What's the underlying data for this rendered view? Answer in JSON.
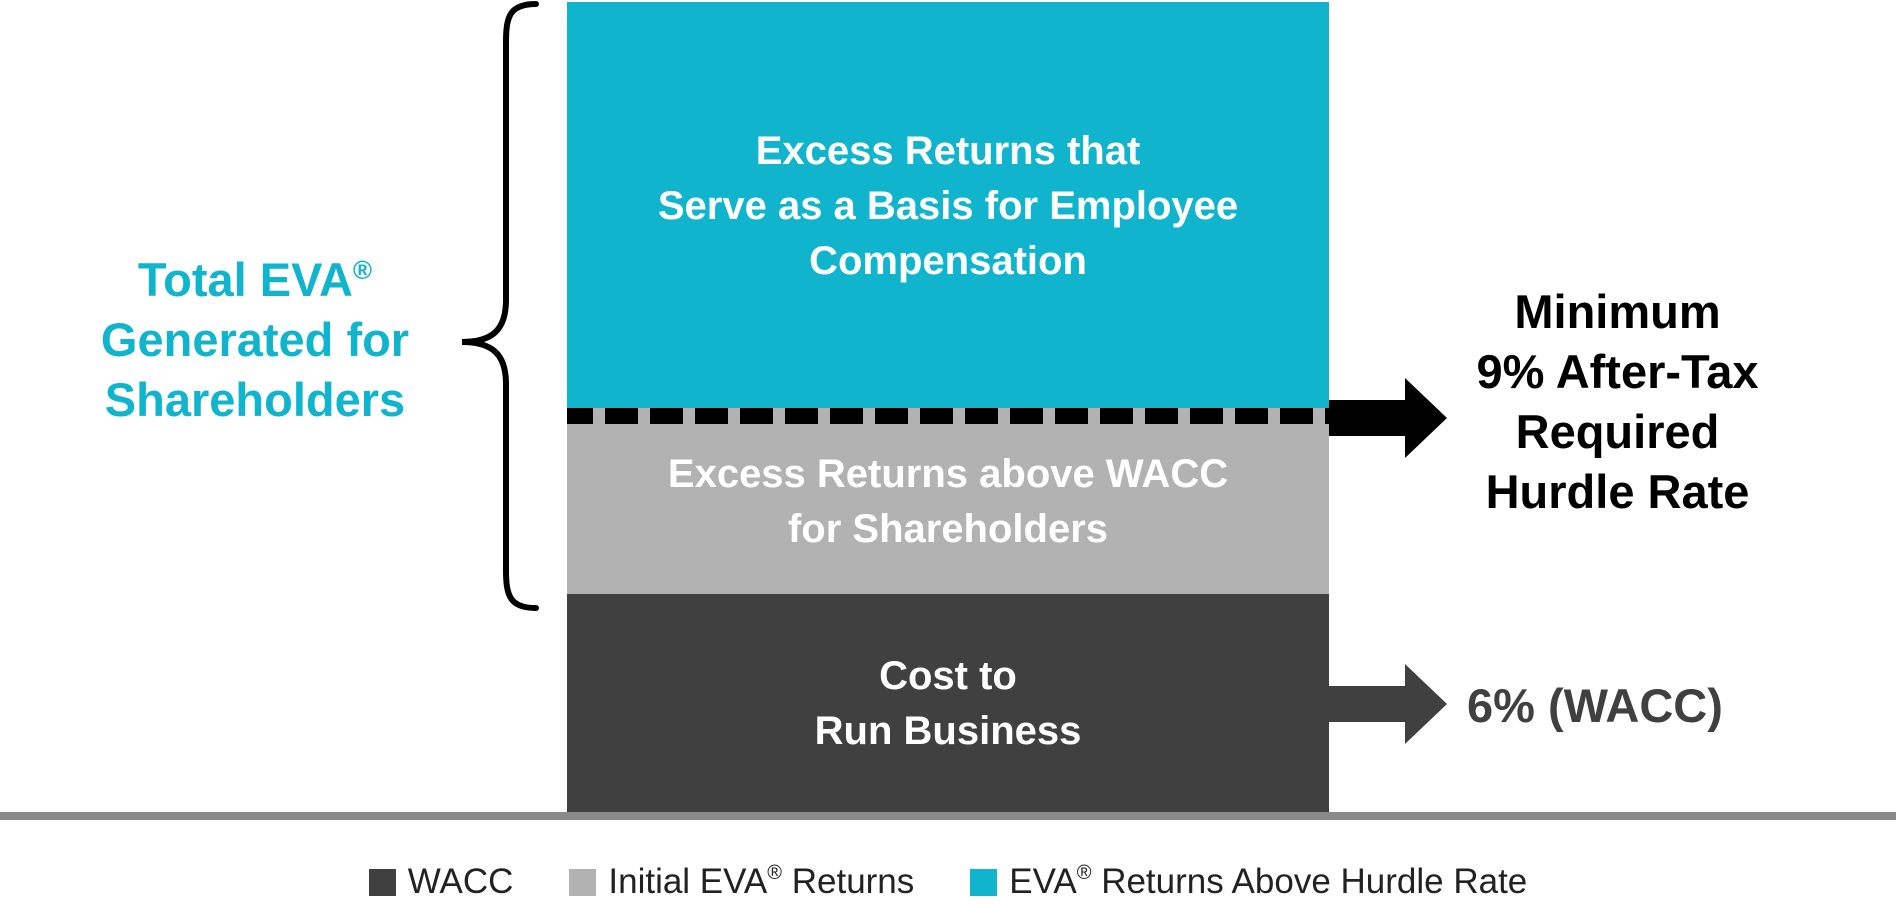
{
  "colors": {
    "teal": "#10b4cc",
    "gray": "#b2b2b2",
    "dark": "#404040",
    "black": "#000000",
    "baseline": "#8a8a8a"
  },
  "blocks": {
    "top": "Excess Returns that\nServe as a Basis for Employee\nCompensation",
    "middle": "Excess Returns above WACC\nfor Shareholders",
    "bottom": "Cost to\nRun Business"
  },
  "total_label": {
    "line1": "Total EVA",
    "reg": "®",
    "line2": "Generated for",
    "line3": "Shareholders"
  },
  "hurdle_label": "Minimum\n9% After-Tax\nRequired\nHurdle Rate",
  "wacc_label": "6% (WACC)",
  "legend": {
    "wacc": {
      "text": "WACC"
    },
    "initial": {
      "pre": "Initial EVA",
      "reg": "®",
      "post": " Returns"
    },
    "above": {
      "pre": "EVA",
      "reg": "®",
      "post": " Returns Above Hurdle Rate"
    }
  }
}
